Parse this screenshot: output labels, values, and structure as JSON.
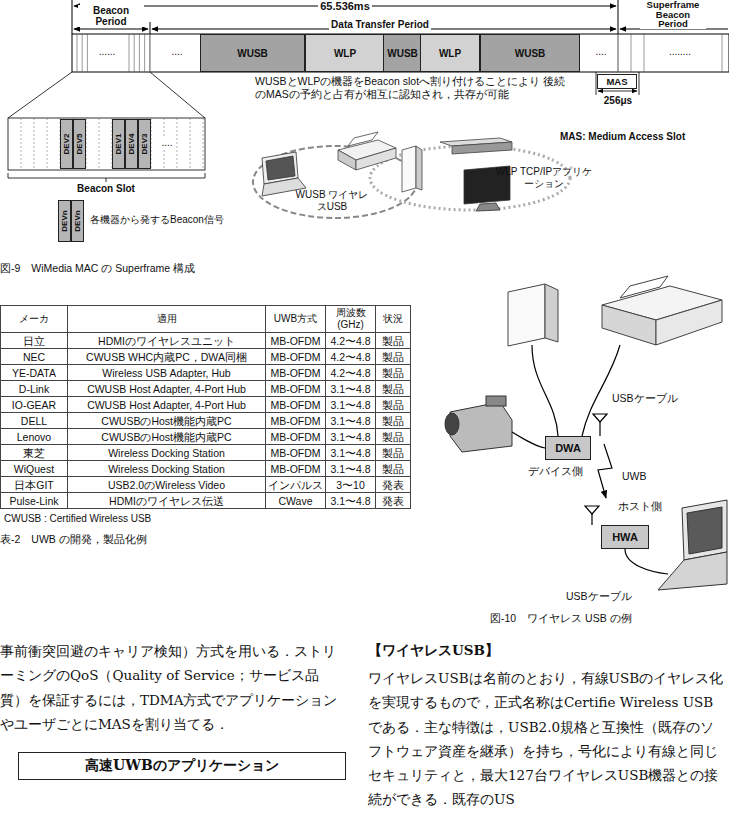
{
  "diagram": {
    "nodes": [
      {
        "text": [
          "WUSB"
        ]
      },
      {
        "text": [
          "WLP"
        ]
      },
      {
        "text": [
          "WUSB"
        ]
      },
      {
        "text": [
          "WLP"
        ]
      },
      {
        "text": [
          "WUSB"
        ]
      },
      {
        "text": [
          "DEV2"
        ]
      },
      {
        "text": [
          "DEV5"
        ]
      },
      {
        "text": [
          "DEV1"
        ]
      },
      {
        "text": [
          "DEV4"
        ]
      },
      {
        "text": [
          "DEV3"
        ]
      },
      {
        "text": [
          "DEVn"
        ]
      },
      {
        "text": [
          "DEVn"
        ]
      },
      {
        "text": [
          "MAS"
        ]
      },
      {
        "text": [
          "DWA"
        ]
      },
      {
        "text": [
          "HWA"
        ]
      },
      {
        "text": [
          "高速UWBのアプリケーション"
        ]
      }
    ],
    "labels": [
      "65.536ms",
      "Beacon Period",
      "Data Transfer Period",
      "Superframe Beacon Period",
      "......",
      "....",
      "....",
      "........",
      "WUSBとWLPの機器をBeacon slotへ割り付けることにより 後続のMASの予約と占有が相互に認知され，共存が可能",
      "256μs",
      "MAS: Medium Access Slot",
      "....",
      "Beacon Slot",
      "各機器から発するBeacon信号",
      "WUSB ワイヤレスUSB",
      "WLP TCP/IPアプリケーション",
      "図-9　WiMedia MAC の Superframe 構成",
      "メーカ",
      "適用",
      "UWB方式",
      "周波数 (GHz)",
      "状況",
      "日立",
      "HDMIのワイヤレスユニット",
      "MB-OFDM",
      "4.2〜4.8",
      "製品",
      "NEC",
      "CWUSB WHC内蔵PC，DWA同梱",
      "MB-OFDM",
      "4.2〜4.8",
      "製品",
      "YE-DATA",
      "Wireless USB Adapter, Hub",
      "MB-OFDM",
      "4.2〜4.8",
      "製品",
      "D-Link",
      "CWUSB Host Adapter, 4-Port Hub",
      "MB-OFDM",
      "3.1〜4.8",
      "製品",
      "IO-GEAR",
      "CWUSB Host Adapter, 4-Port Hub",
      "MB-OFDM",
      "3.1〜4.8",
      "製品",
      "DELL",
      "CWUSBのHost機能内蔵PC",
      "MB-OFDM",
      "3.1〜4.8",
      "製品",
      "Lenovo",
      "CWUSBのHost機能内蔵PC",
      "MB-OFDM",
      "3.1〜4.8",
      "製品",
      "東芝",
      "Wireless Docking Station",
      "MB-OFDM",
      "3.1〜4.8",
      "製品",
      "WiQuest",
      "Wireless Docking Station",
      "MB-OFDM",
      "3.1〜4.8",
      "製品",
      "日本GIT",
      "USB2.0のWireless Video",
      "インパルス",
      "3〜10",
      "発表",
      "Pulse-Link",
      "HDMIのワイヤレス伝送",
      "CWave",
      "3.1〜4.8",
      "発表",
      "CWUSB : Certified Wireless USB",
      "表-2　UWB の開発，製品化例",
      "USBケーブル",
      "デバイス側",
      "UWB",
      "ホスト側",
      "USBケーブル",
      "図-10　ワイヤレス USB の例",
      "事前衝突回避のキャリア検知）方式を用いる．ストリーミングのQoS（Quality of Service；サービス品質）を保証するには，TDMA方式でアプリケーションやユーザごとにMASを割り当てる．",
      "【ワイヤレスUSB】",
      "ワイヤレスUSBは名前のとおり，有線USBのイヤレス化を実現するもので，正式名称はCertifie Wireless USBである．主な特徴は，USB2.0規格と互換性（既存のソフトウェア資産を継承）を持ち，号化により有線と同じセキュリティと，最大127台ワイヤレスUSB機器との接続ができる．既存のUS"
    ]
  }
}
